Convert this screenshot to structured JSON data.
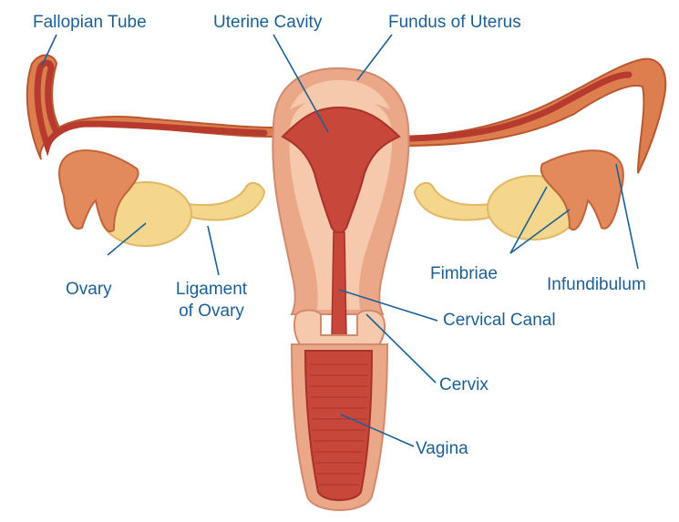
{
  "labels": {
    "fallopian_tube": "Fallopian Tube",
    "uterine_cavity": "Uterine Cavity",
    "fundus": "Fundus of Uterus",
    "ovary": "Ovary",
    "ligament_line1": "Ligament",
    "ligament_line2": "of Ovary",
    "fimbriae": "Fimbriae",
    "infundibulum": "Infundibulum",
    "cervical_canal": "Cervical Canal",
    "cervix": "Cervix",
    "vagina": "Vagina"
  },
  "colors": {
    "label_text": "#1b5f96",
    "leader_line": "#1b5f96",
    "outer_tissue": "#eaa889",
    "inner_tissue": "#f6c9ad",
    "cavity": "#c7473a",
    "cavity_dark": "#a8322a",
    "ovary": "#f4d68d",
    "fimbriae": "#e28a5b",
    "tube": "#dd7e4f"
  }
}
